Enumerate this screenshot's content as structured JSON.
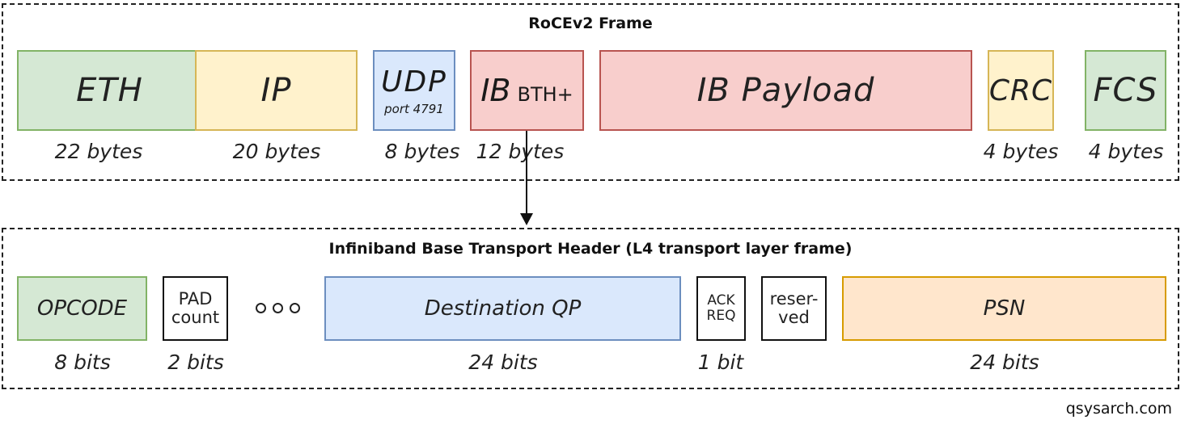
{
  "top_frame": {
    "title": "RoCEv2 Frame",
    "fields": [
      {
        "label": "ETH",
        "size": "22 bytes",
        "color": "green"
      },
      {
        "label": "IP",
        "size": "20 bytes",
        "color": "yellow"
      },
      {
        "label": "UDP",
        "sublabel": "port 4791",
        "size": "8 bytes",
        "color": "blue"
      },
      {
        "label": "IB",
        "sublabel": "BTH+",
        "size": "12 bytes",
        "color": "red"
      },
      {
        "label": "IB Payload",
        "size": "",
        "color": "red"
      },
      {
        "label": "CRC",
        "size": "4 bytes",
        "color": "yellow"
      },
      {
        "label": "FCS",
        "size": "4 bytes",
        "color": "green"
      }
    ]
  },
  "bottom_frame": {
    "title": "Infiniband Base Transport Header (L4 transport layer frame)",
    "fields": [
      {
        "label": "OPCODE",
        "size": "8 bits",
        "color": "green"
      },
      {
        "label_line1": "PAD",
        "label_line2": "count",
        "size": "2 bits",
        "color": "white"
      },
      {
        "label": "Destination QP",
        "size": "24 bits",
        "color": "blue"
      },
      {
        "label_line1": "ACK",
        "label_line2": "REQ",
        "size": "1 bit",
        "color": "white"
      },
      {
        "label_line1": "reser-",
        "label_line2": "ved",
        "size": "",
        "color": "white"
      },
      {
        "label": "PSN",
        "size": "24 bits",
        "color": "orange"
      }
    ]
  },
  "colors": {
    "green_fill": "#d5e8d4",
    "green_border": "#82b366",
    "yellow_fill": "#fff2cc",
    "yellow_border": "#d6b656",
    "blue_fill": "#dae8fc",
    "blue_border": "#6c8ebf",
    "red_fill": "#f8cecc",
    "red_border": "#b85450",
    "orange_fill": "#ffe6cc",
    "orange_border": "#d79b00"
  },
  "watermark": "qsysarch.com"
}
